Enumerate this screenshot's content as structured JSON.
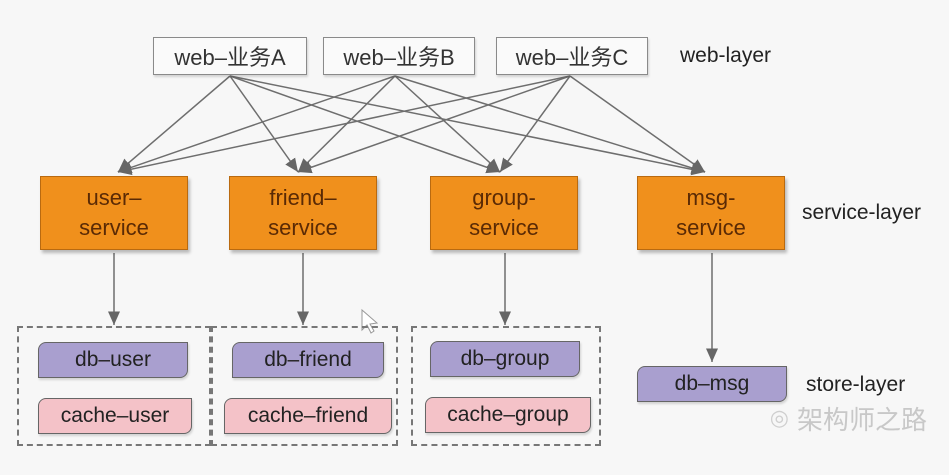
{
  "web_layer": {
    "boxes": [
      "web–业务A",
      "web–业务B",
      "web–业务C"
    ],
    "label": "web-layer"
  },
  "service_layer": {
    "boxes": [
      "user–\nservice",
      "friend–\nservice",
      "group-\nservice",
      "msg-\nservice"
    ],
    "label": "service-layer"
  },
  "store_layer": {
    "label": "store-layer",
    "user": {
      "db": "db–user",
      "cache": "cache–user"
    },
    "friend": {
      "db": "db–friend",
      "cache": "cache–friend"
    },
    "group": {
      "db": "db–group",
      "cache": "cache–group"
    },
    "msg": {
      "db": "db–msg"
    }
  },
  "watermark": "架构师之路",
  "colors": {
    "service_fill": "#f0901c",
    "db_fill": "#a99fcf",
    "cache_fill": "#f4c2c8"
  }
}
